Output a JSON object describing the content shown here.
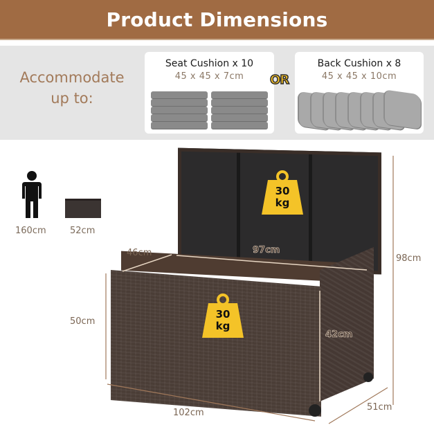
{
  "header": {
    "title": "Product Dimensions"
  },
  "capacity": {
    "intro": "Accommodate up to:",
    "intro_line1": "Accommodate",
    "intro_line2": "up to:",
    "separator": "OR",
    "options": [
      {
        "title": "Seat Cushion x 10",
        "dimensions": "45 x 45 x 7cm",
        "icon": "stacked-seat-cushions-icon"
      },
      {
        "title": "Back Cushion x 8",
        "dimensions": "45 x 45 x 10cm",
        "icon": "back-pillows-icon"
      }
    ]
  },
  "size_reference": {
    "person_height": "160cm",
    "box_height": "52cm"
  },
  "load_capacity": {
    "lid": {
      "value": "30",
      "unit": "kg"
    },
    "body": {
      "value": "30",
      "unit": "kg"
    }
  },
  "dimensions": {
    "inner_depth": "46cm",
    "inner_width": "97cm",
    "total_height": "98cm",
    "body_height": "50cm",
    "inner_height": "42cm",
    "length": "102cm",
    "width": "51cm"
  },
  "colors": {
    "header_bg": "#a06b43",
    "band_bg": "#e5e5e5",
    "accent_text": "#a27a5a",
    "weight_yellow": "#f4c328",
    "rattan_brown": "#4a3d36"
  }
}
